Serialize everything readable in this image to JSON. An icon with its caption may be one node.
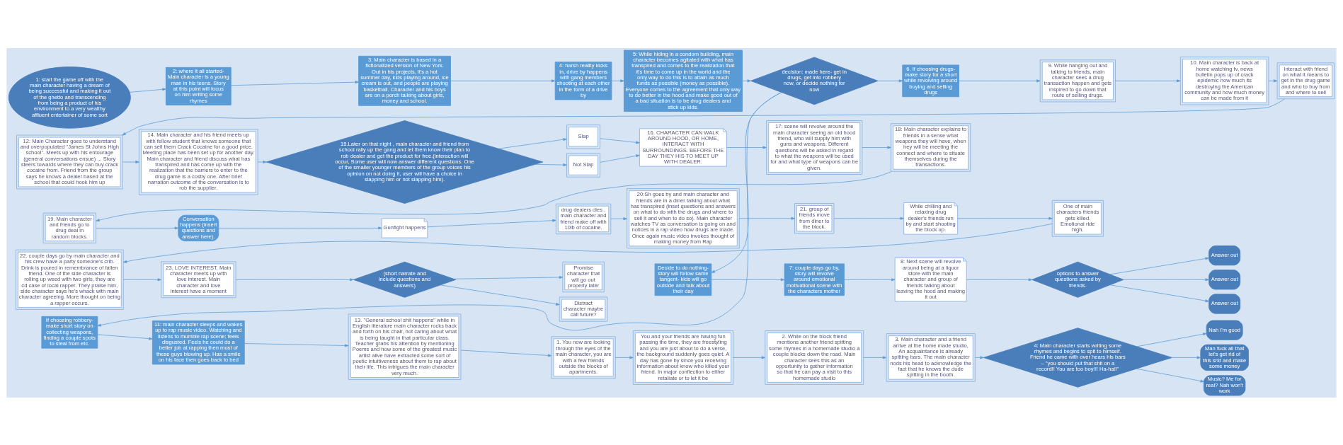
{
  "diagram": {
    "nodes": [
      {
        "text": [
          "1: start the game off with the main character having a dream of being successful and making it out of the ghetto and transcending from being a product of his environment to a very wealthy affluent entertainer of some sort"
        ]
      },
      {
        "text": [
          "2: where it all started- Main character is a young man in his teens. Story at this point will focus on him writing some rhymes"
        ]
      },
      {
        "text": [
          "3: Main character is based in a fictionalized version of New York. Out in his projects, it's a hot summer day, kids playing around, ice cream is out, and people are playing basketball. Character and his boys are on a porch talking about girls, money and school."
        ]
      },
      {
        "text": [
          "4: harsh reality kicks in, drive by happens with gang members shooting at each other in the form of a drive by"
        ]
      },
      {
        "text": [
          "5: While hiding in a condom building, main character becomes agitated with what has transpired and comes to the realization that it's time to come up in the world and the only way to do this is to attain as much funds as possible (money as possible). Everyone comes to the agreement that only way to do better in the hood and make good out of a bad situation is to be drug dealers and stick up kids."
        ]
      },
      {
        "text": [
          "decision: made here- get in drugs, get into robbery now, or decide nothing for now"
        ]
      },
      {
        "text": [
          "6. If choosing drugs- make story for a short while revolving around buying and selling drugs"
        ]
      },
      {
        "text": [
          "If choosing robbery- make short story on collecting weapons, finding a couple spots to steal from etc."
        ]
      },
      {
        "text": [
          "Decide to do nothing-story will follow same tangent- kids will go outside and talk about their day"
        ]
      },
      {
        "text": [
          "9. While hanging out and talking to friends, main character sees a drug transaction happen and gets inspired to go down that route of selling drugs."
        ]
      },
      {
        "text": [
          "10. Main character is back at home watching tv, news bulletin pops up of crack epidemic how much its destroying the American community and how much money can be made from it"
        ]
      },
      {
        "text": [
          "Interact with friend on what it means to get in the drug game and who to buy from and where to sell"
        ]
      },
      {
        "text": [
          "12: Main Character goes to understand and overpopulated \"James St Johns High school\". Meets up with his entourage (general conversations ensue) ... Story steers towards where they can buy crack cocaine from. Friend from the group says he knows a dealer based at the school that could hook him up"
        ]
      },
      {
        "text": [
          "14. Main character and his friend meets up with fellow student that knows someone that can sell them Crack Cocaine for a good price. Meeting place has been set up for another day. Main character and friend discuss what has transpired and has come up with the realization that the barriers to enter to the drug game is a costly one. After brief narration outcome of the conversation is to rob the supplier."
        ]
      },
      {
        "text": [
          "15.Later on that night , main character and friend from school rally up the gang and let them know their plan to rob dealer and get the product for free.(interaction will occur, Some user will now answer different questions. One of the smaller younger members of the group voices his opinion on not doing it, user will have a choice in slapping him or not slapping him)."
        ]
      },
      {
        "text": [
          "Slap"
        ]
      },
      {
        "text": [
          "Not Slap"
        ]
      },
      {
        "text": [
          "16. CHARACTER CAN WALK AROUND HOOD, OR HOME, INTERACT WITH SURROUNDINGS. BEFORE THE DAY THEY HIS TO MEET UP WITH DEALER."
        ]
      },
      {
        "text": [
          "17: scene will revolve around the main character seeing an old hood friend, who will supply him with guns and weapons. Different questions will be asked in regard to what the weapons will be used for and what type of weapons can be given."
        ]
      },
      {
        "text": [
          "18: Main character explains to friends in a sense what weapons they will have, when hey will be meeting the connect and where to situate themselves during the transactions."
        ]
      },
      {
        "text": [
          "19. Main character and friends go to drug deal in random blocks."
        ]
      },
      {
        "text": [
          "Conversation happens (insert questions and answer here)."
        ]
      },
      {
        "text": [
          "Gunfight happens"
        ]
      },
      {
        "text": [
          "drug dealers dies , main character and friend make off with 10lb of cocaine."
        ]
      },
      {
        "text": [
          "20:Sh goes by and main character and friends are in a diner talking about what has transpired (inset questions and answers on what to do with the drugs and where to sell it and when to do so). Main character watches TV as conversation is going on and notices in a rap video how drugs are made. Once again music video invokes thought of making money from Rap"
        ]
      },
      {
        "text": [
          "21. group of friends move from diner to the block."
        ]
      },
      {
        "text": [
          "While chilling and relaxing drug dealer's friends run by and start shooting the block up."
        ]
      },
      {
        "text": [
          "One of main characters friends gets killed. Emotional ride high."
        ]
      },
      {
        "text": [
          "22. couple days go by main character and his crew have a party someone's crib. Drink is poured in remembrance of fallen friend. One of the side character is rolling up weed with two girls, they are cd case of local rapper. They praise him, side character says he's whack with main character agreeing. More thought on being a rapper occurs."
        ]
      },
      {
        "text": [
          "23. LOVE INTEREST. Main character meets up with love interest. Main character and love interest have a moment"
        ]
      },
      {
        "text": [
          "(short narrate and include questions and answers)"
        ]
      },
      {
        "text": [
          "Promise character that will go out properly later"
        ]
      },
      {
        "text": [
          "Distract character maybe call future?"
        ]
      },
      {
        "text": [
          "11: main character sleeps and wakes up to rap music video. Watching and listens to mumble rap scene; feels disgusted. Feels he could do a better job at rapping then most of these guys blowing up. Has a smile on his face then goes back to bed"
        ]
      },
      {
        "text": [
          "13. \"General school shit happens\" while in English literature main character rocks back and forth on his chair, not caring about what is being taught in that particular class. Teacher grabs his attention by mentioning Poems and how some of the greatest music artist alive have extracted some sort of poetic intuitiveness about them to rap about their life. This intrigues the main character very much."
        ]
      },
      {
        "text": [
          "1. You now are looking through the eyes of the main character, you are with a few friends outside the blocks of apartments."
        ]
      },
      {
        "text": [
          "You and your friends are having fun passing the time, they are freestyling and you are just about to do a verse, the background suddenly goes quiet. A day has gone by since you receiving information about know who killed your friend. In major conflection to either retaliate or to let it be"
        ]
      },
      {
        "text": [
          "2. While on the block friend mentions another friend spitting some rhymes in a homemade studio a couple blocks down the road. Main character sees this as an opportunity to gather information so that he can pay a visit to this homemade studio"
        ]
      },
      {
        "text": [
          "3. Main character and a friend arrive at the home made studio, An acquaintance is already spitting bars. The main character nods his head to acknowledge the fact that he knows the dude spitting in the booth."
        ]
      },
      {
        "text": [
          "4: Main character starts writing some rhymes and begins to spit to himself. Friend he came with over hears his bars – \"you should put that shit on a record!! You are too boy!!! Ha-ha!!\""
        ]
      },
      {
        "text": [
          "Nah I'm good"
        ]
      },
      {
        "text": [
          "Man fuck all that let's get rid of this shit and make some money"
        ]
      },
      {
        "text": [
          "Music? Me for real? Nah won't work"
        ]
      },
      {
        "text": [
          "7: couple days go by, story will revolve around emotional motivational scene with the characters mother"
        ]
      },
      {
        "text": [
          "8: Next scene will revolve around being at a liquor store with the main character and group of friends talking about leaving the hood and making it out"
        ]
      },
      {
        "text": [
          "options to answer questions asked by friends."
        ]
      },
      {
        "text": [
          "Answer out"
        ]
      },
      {
        "text": [
          "Answer out"
        ]
      },
      {
        "text": [
          "Answer out"
        ]
      }
    ],
    "edges": [
      {
        "from": 0,
        "to": 1,
        "arrow": "to"
      },
      {
        "from": 1,
        "to": 2,
        "arrow": "to"
      },
      {
        "from": 2,
        "to": 3,
        "arrow": "to"
      },
      {
        "from": 3,
        "to": 4,
        "arrow": "to"
      },
      {
        "from": 4,
        "to": 5,
        "arrow": "to"
      },
      {
        "from": 5,
        "to": 6,
        "arrow": "to"
      },
      {
        "from": 5,
        "to": 7,
        "arrow": "to"
      },
      {
        "from": 5,
        "to": 8,
        "arrow": "to"
      },
      {
        "from": 6,
        "to": 9,
        "arrow": "to"
      },
      {
        "from": 9,
        "to": 10,
        "arrow": "to"
      },
      {
        "from": 10,
        "to": 11,
        "arrow": "to"
      },
      {
        "from": 11,
        "to": 12,
        "arrow": "to"
      },
      {
        "from": 12,
        "to": 13,
        "arrow": "to"
      },
      {
        "from": 13,
        "to": 14,
        "arrow": "to"
      },
      {
        "from": 14,
        "to": 15,
        "arrow": "to"
      },
      {
        "from": 14,
        "to": 16,
        "arrow": "to"
      },
      {
        "from": 15,
        "to": 17,
        "arrow": "to"
      },
      {
        "from": 16,
        "to": 17,
        "arrow": "to"
      },
      {
        "from": 17,
        "to": 18,
        "arrow": "to"
      },
      {
        "from": 18,
        "to": 19,
        "arrow": "to"
      },
      {
        "from": 19,
        "to": 20,
        "arrow": "to"
      },
      {
        "from": 20,
        "to": 21,
        "arrow": "to"
      },
      {
        "from": 21,
        "to": 22,
        "arrow": "to"
      },
      {
        "from": 22,
        "to": 23,
        "arrow": "to"
      },
      {
        "from": 23,
        "to": 24,
        "arrow": "to"
      },
      {
        "from": 24,
        "to": 25,
        "arrow": "to"
      },
      {
        "from": 25,
        "to": 26,
        "arrow": "to"
      },
      {
        "from": 26,
        "to": 27,
        "arrow": "to"
      },
      {
        "from": 27,
        "to": 28,
        "arrow": "to"
      },
      {
        "from": 28,
        "to": 29,
        "arrow": "to"
      },
      {
        "from": 29,
        "to": 30,
        "arrow": "to"
      },
      {
        "from": 30,
        "to": 31,
        "arrow": "to"
      },
      {
        "from": 30,
        "to": 32,
        "arrow": "to"
      },
      {
        "from": 7,
        "to": 33,
        "arrow": "to"
      },
      {
        "from": 33,
        "to": 34,
        "arrow": "to"
      },
      {
        "from": 34,
        "to": 35,
        "arrow": "to"
      },
      {
        "from": 35,
        "to": 36,
        "arrow": "to"
      },
      {
        "from": 36,
        "to": 37,
        "arrow": "to"
      },
      {
        "from": 37,
        "to": 38,
        "arrow": "to"
      },
      {
        "from": 38,
        "to": 39,
        "arrow": "to"
      },
      {
        "from": 39,
        "to": 40,
        "arrow": "to"
      },
      {
        "from": 39,
        "to": 41,
        "arrow": "to"
      },
      {
        "from": 39,
        "to": 42,
        "arrow": "to"
      },
      {
        "from": 8,
        "to": 43,
        "arrow": "to"
      },
      {
        "from": 43,
        "to": 44,
        "arrow": "to"
      },
      {
        "from": 44,
        "to": 45,
        "arrow": "to"
      },
      {
        "from": 45,
        "to": 46,
        "arrow": "to"
      },
      {
        "from": 45,
        "to": 47,
        "arrow": "to"
      },
      {
        "from": 45,
        "to": 48,
        "arrow": "to"
      }
    ]
  }
}
